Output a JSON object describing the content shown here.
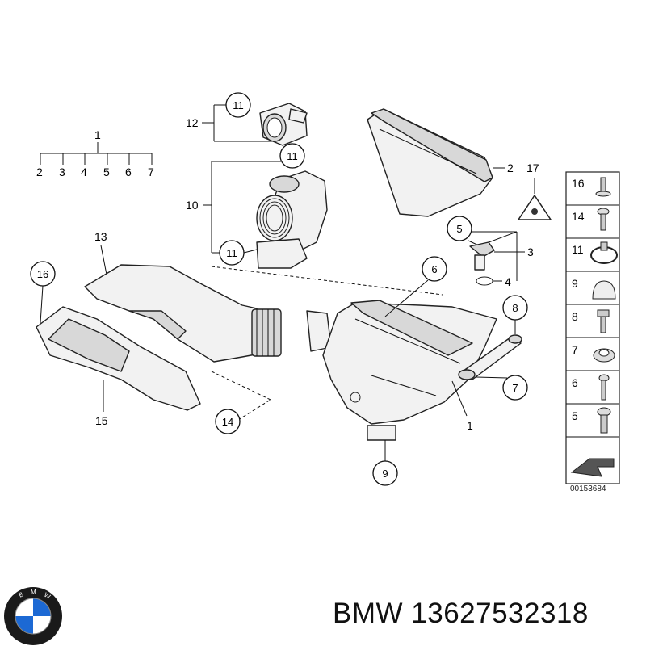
{
  "callouts": {
    "c1_top": "1",
    "c2": "2",
    "c3": "3",
    "c4": "4",
    "c5": "5",
    "c6": "6",
    "c7": "7",
    "row2": "2",
    "row3": "3",
    "row4": "4",
    "row5": "5",
    "row6": "6",
    "row7": "7",
    "c8": "8",
    "c9": "9",
    "c10": "10",
    "c11a": "11",
    "c11b": "11",
    "c11c": "11",
    "c12": "12",
    "c13": "13",
    "c14": "14",
    "c15": "15",
    "c16": "16",
    "c17": "17",
    "c1_box": "1",
    "c2_cover": "2",
    "c3_sensor": "3",
    "c4_seal": "4",
    "c5_screw": "5"
  },
  "legend": [
    "16",
    "14",
    "11",
    "9",
    "8",
    "7",
    "6",
    "5"
  ],
  "diagram_id": "00153684",
  "footer": {
    "brand": "BMW",
    "part_number": "13627532318",
    "text": "BMW 13627532318"
  },
  "logo": {
    "letters": "BMW",
    "colors": {
      "blue": "#1c69d4",
      "ring": "#1a1a1a",
      "white": "#ffffff"
    }
  }
}
